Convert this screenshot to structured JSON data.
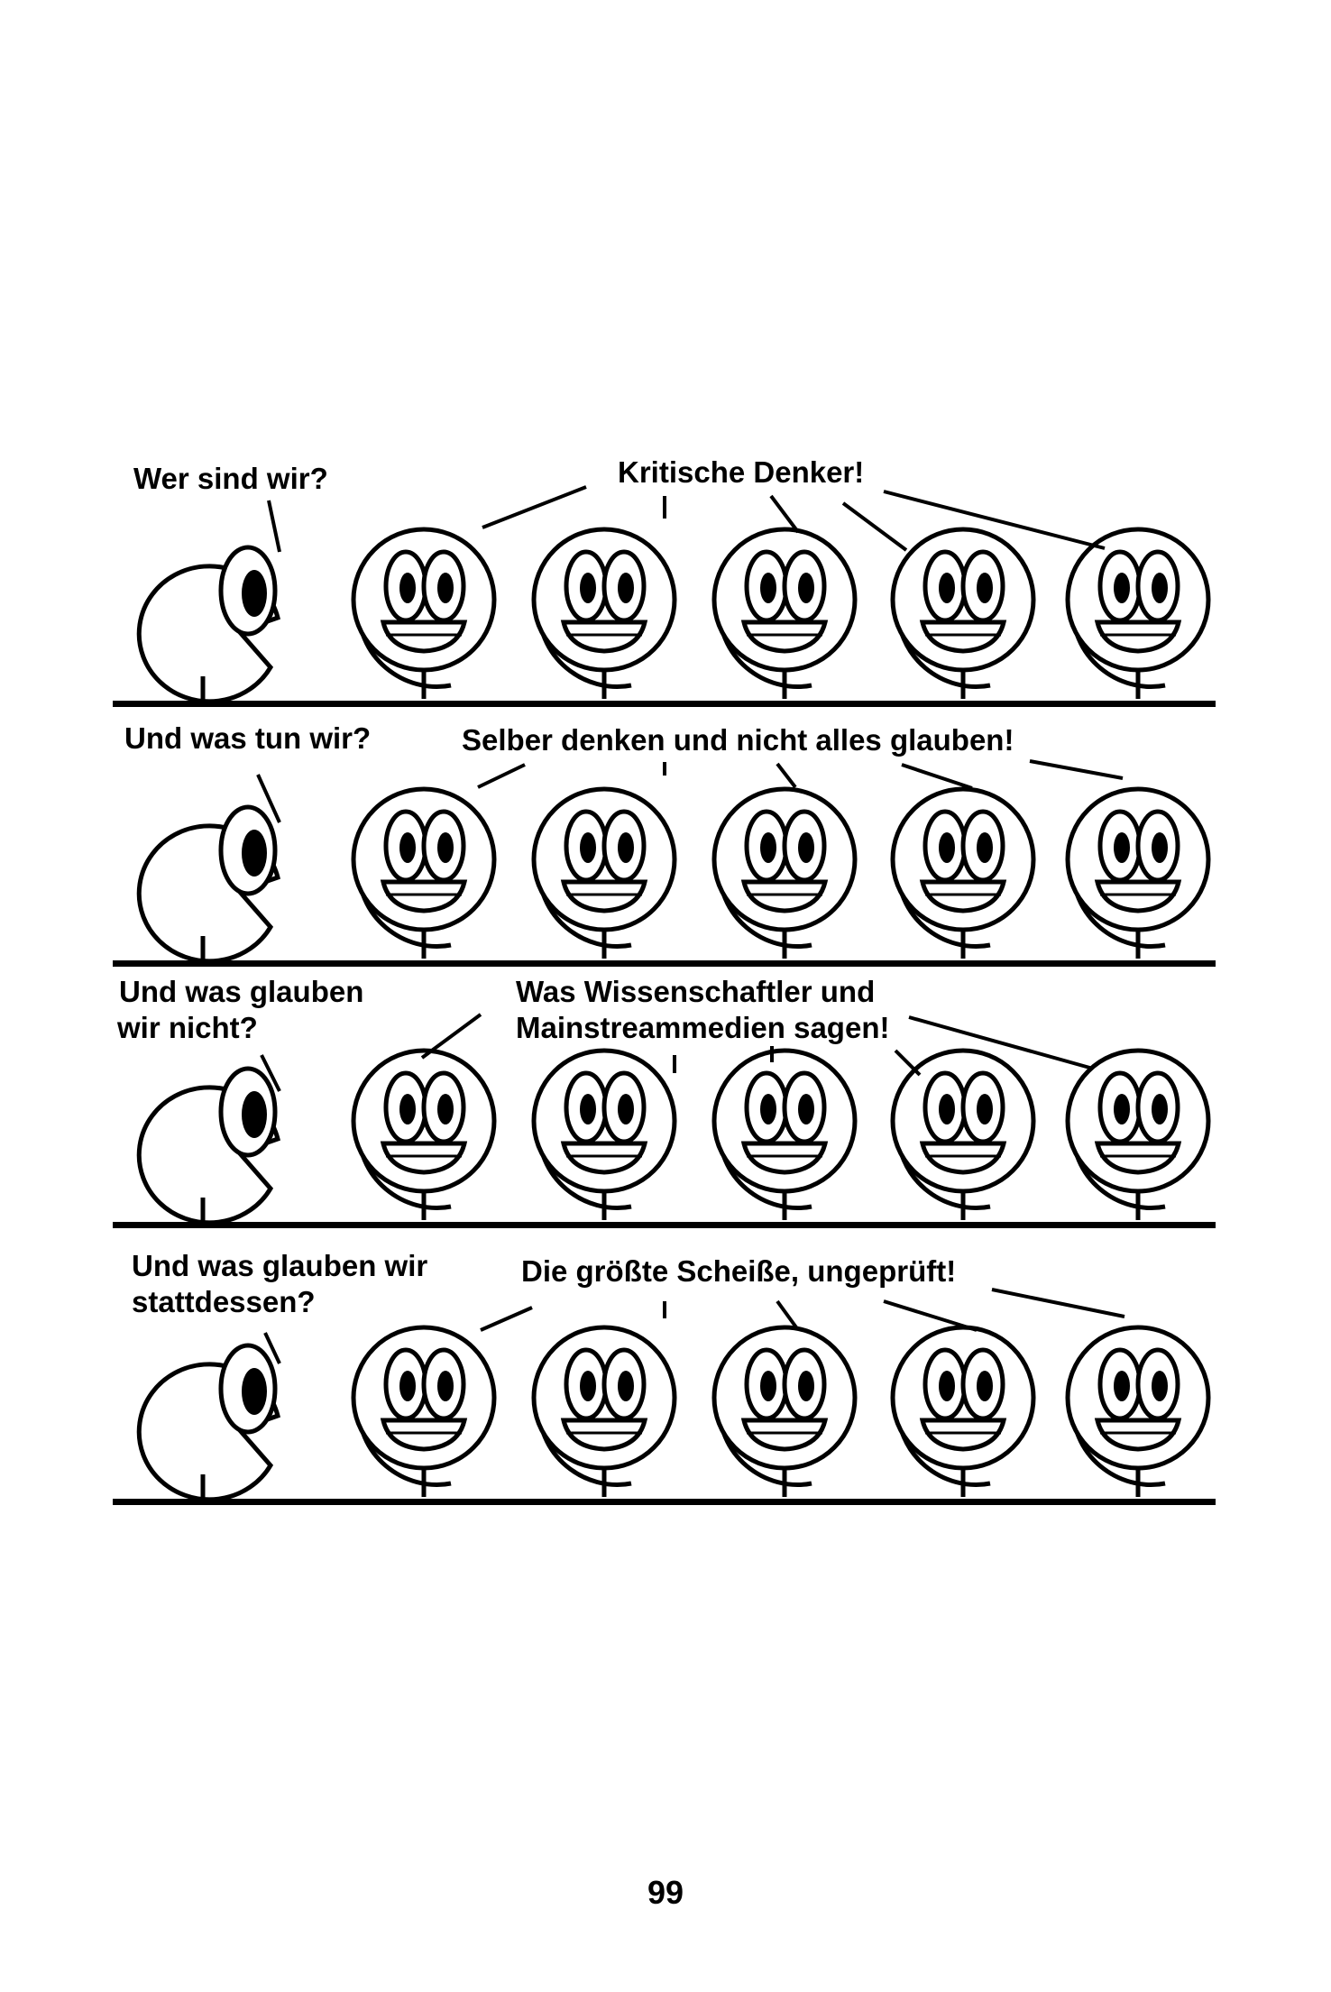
{
  "panels": [
    {
      "question": [
        "Wer sind wir?"
      ],
      "answer": [
        "Kritische Denker!"
      ]
    },
    {
      "question": [
        "Und was tun wir?"
      ],
      "answer": [
        "Selber denken und nicht alles glauben!"
      ]
    },
    {
      "question": [
        "Und was glauben",
        "wir nicht?"
      ],
      "answer": [
        "Was Wissenschaftler und",
        "Mainstreammedien sagen!"
      ]
    },
    {
      "question": [
        "Und was glauben wir",
        "stattdessen?"
      ],
      "answer": [
        "Die größte Scheiße, ungeprüft!"
      ]
    }
  ],
  "page_number": "99"
}
